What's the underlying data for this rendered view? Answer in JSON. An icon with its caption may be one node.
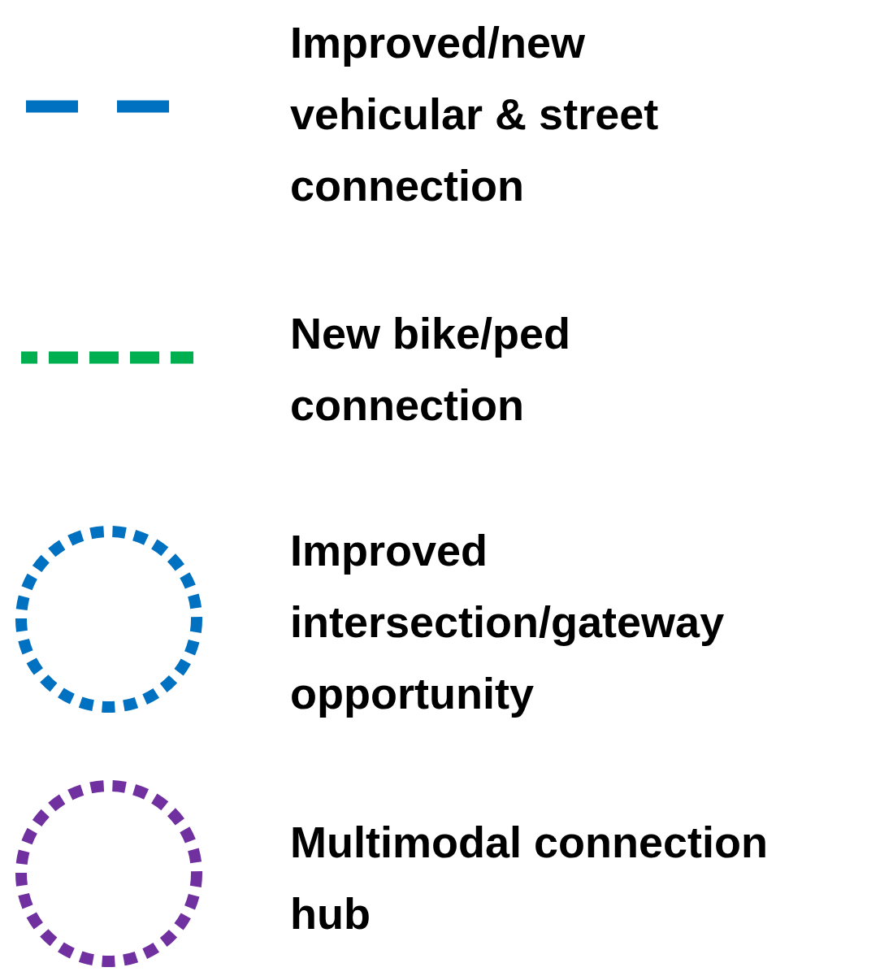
{
  "diagram": {
    "legend": [
      {
        "text": "Improved/new vehicular & street connection"
      },
      {
        "text": "New bike/ped connection"
      },
      {
        "text": "Improved intersection/gateway opportunity"
      },
      {
        "text": "Multimodal connection hub"
      }
    ]
  }
}
